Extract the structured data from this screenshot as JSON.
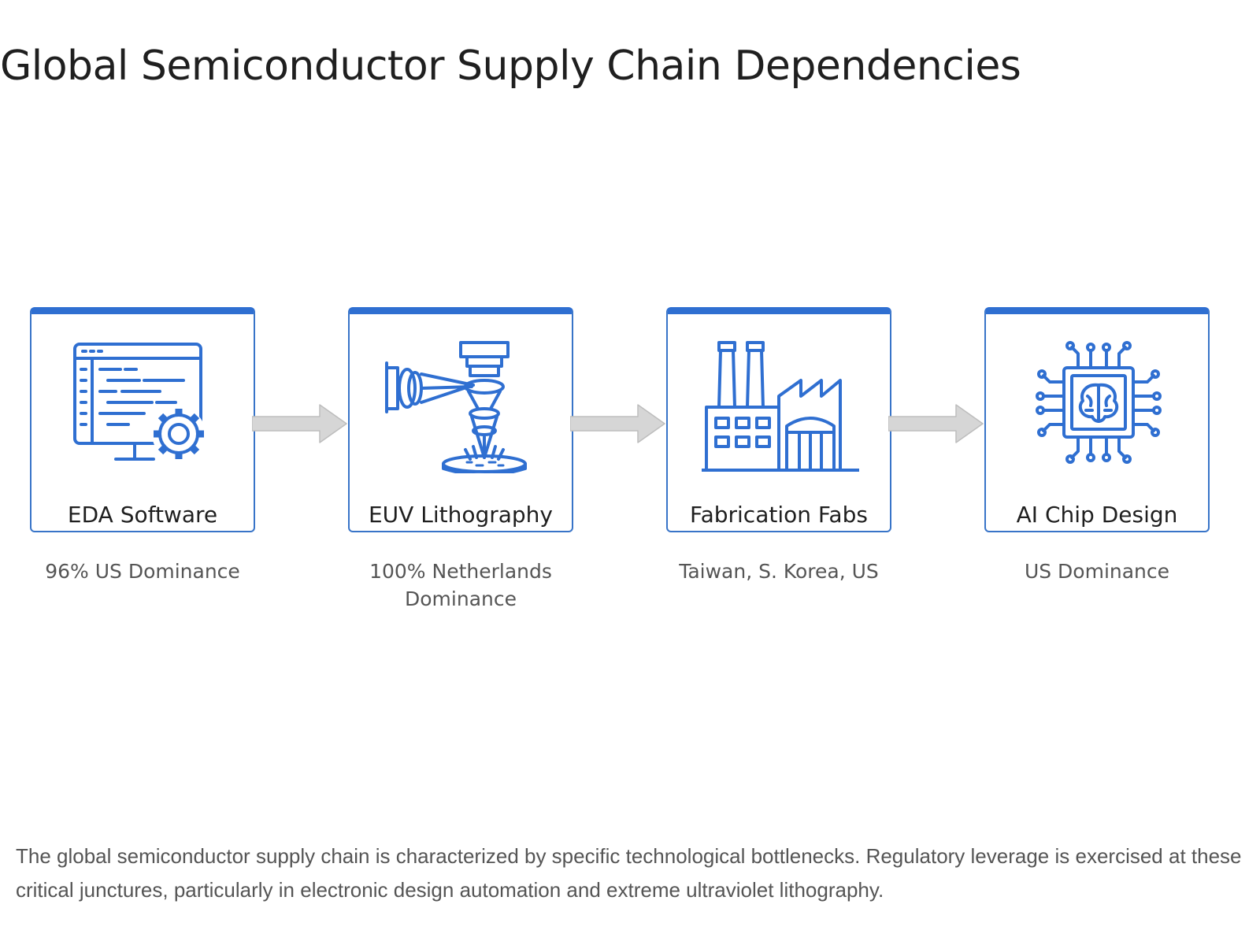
{
  "title": "Global Semiconductor Supply Chain Dependencies",
  "stages": [
    {
      "label": "EDA Software",
      "caption": "96% US Dominance",
      "icon": "monitor-gear-icon"
    },
    {
      "label": "EUV Lithography",
      "caption": "100% Netherlands Dominance",
      "icon": "lithography-laser-icon"
    },
    {
      "label": "Fabrication Fabs",
      "caption": "Taiwan, S. Korea, US",
      "icon": "factory-icon"
    },
    {
      "label": "AI Chip Design",
      "caption": "US Dominance",
      "icon": "ai-chip-icon"
    }
  ],
  "arrow_icon": "right-arrow-icon",
  "body_text": "The global semiconductor supply chain is characterized by specific technological bottlenecks. Regulatory leverage is exercised at these critical junctures, particularly in electronic design automation and extreme ultraviolet lithography.",
  "colors": {
    "accent": "#2f6fd1",
    "icon": "#2f6fd1",
    "arrow": "#d6d6d6",
    "caption": "#555555"
  }
}
